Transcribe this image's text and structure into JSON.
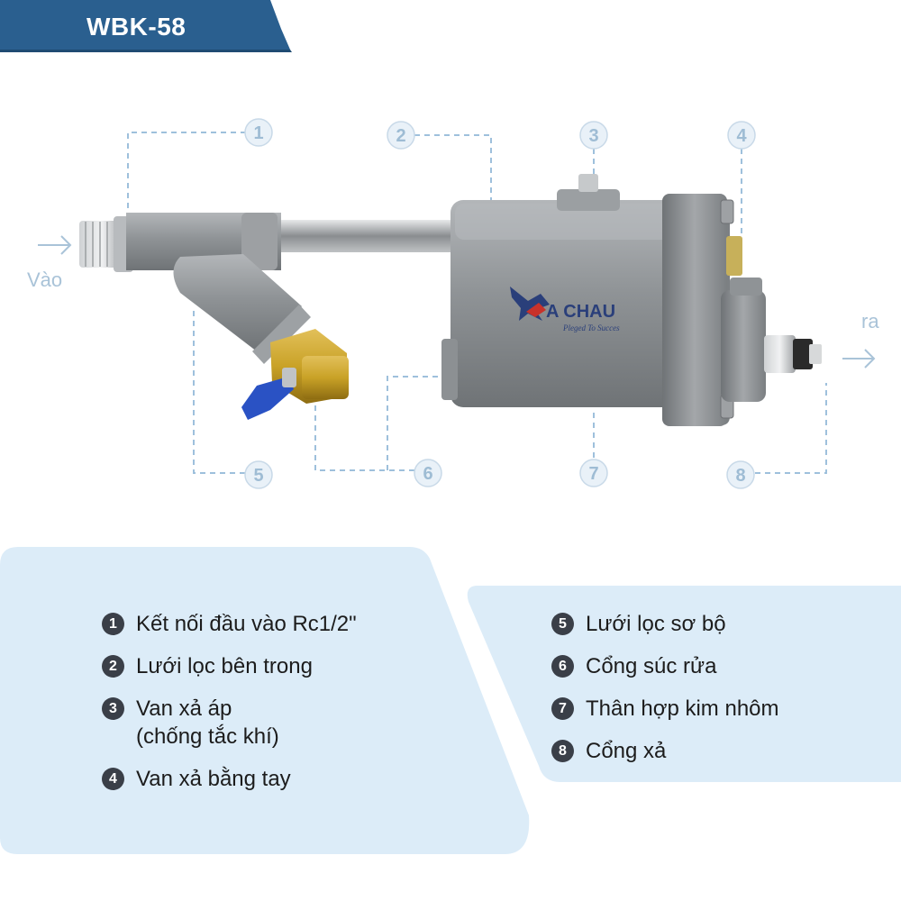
{
  "header": {
    "title": "WBK-58",
    "banner_color": "#2a5f8f"
  },
  "flow": {
    "inlet_label": "Vào",
    "outlet_label": "ra"
  },
  "brand": {
    "logo_text": "A CHAU",
    "logo_tagline": "Pleged To Succes"
  },
  "callouts": [
    "1",
    "2",
    "3",
    "4",
    "5",
    "6",
    "7",
    "8"
  ],
  "legend": {
    "left": [
      {
        "num": "1",
        "text": "Kết nối đầu vào Rc1/2\""
      },
      {
        "num": "2",
        "text": "Lưới lọc bên trong"
      },
      {
        "num": "3",
        "text": "Van xả áp\n(chống tắc khí)"
      },
      {
        "num": "4",
        "text": "Van xả bằng tay"
      }
    ],
    "right": [
      {
        "num": "5",
        "text": "Lưới lọc sơ bộ"
      },
      {
        "num": "6",
        "text": "Cổng súc rửa"
      },
      {
        "num": "7",
        "text": "Thân hợp kim nhôm"
      },
      {
        "num": "8",
        "text": "Cổng xả"
      }
    ]
  },
  "colors": {
    "panel": "#dcecf8",
    "accent": "#2a5f8f",
    "callout": "#9ebcd4",
    "valve_handle": "#2a52c4",
    "brass": "#c9a227"
  }
}
